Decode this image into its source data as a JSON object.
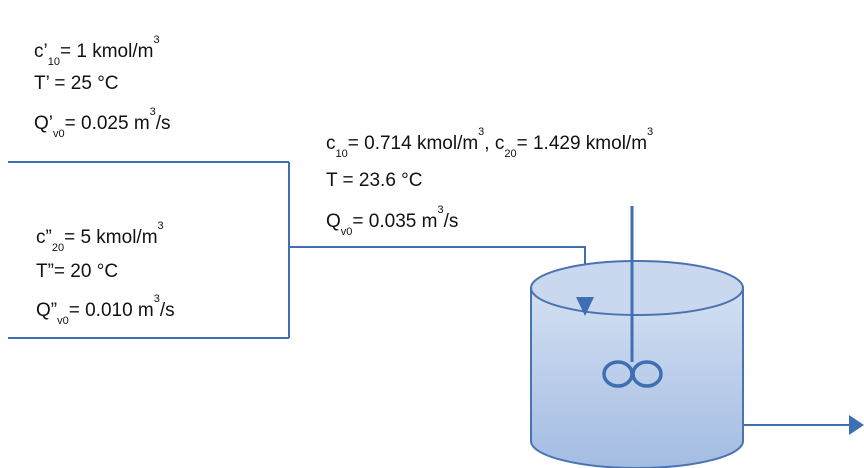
{
  "stream1": {
    "conc": {
      "sym": "c’",
      "sub": "10",
      "val": "= 1 kmol/m",
      "sup": "3"
    },
    "temp": "T’ = 25 °C",
    "flow": {
      "sym": "Q’",
      "sub": "v0",
      "val": "= 0.025 m",
      "sup": "3",
      "tail": "/s"
    }
  },
  "stream2": {
    "conc": {
      "sym": "c”",
      "sub": "20",
      "val": "= 5 kmol/m",
      "sup": "3"
    },
    "temp": "T”= 20 °C",
    "flow": {
      "sym": "Q”",
      "sub": "v0",
      "val": "= 0.010 m",
      "sup": "3",
      "tail": "/s"
    }
  },
  "mixed": {
    "conc1": {
      "sym": "c",
      "sub": "10",
      "val": "= 0.714 kmol/m",
      "sup": "3",
      "tail": ","
    },
    "conc2": {
      "sym": " c",
      "sub": "20",
      "val": "= 1.429 kmol/m",
      "sup": "3"
    },
    "temp": "T = 23.6 °C",
    "flow": {
      "sym": "Q",
      "sub": "v0",
      "val": "= 0.035 m",
      "sup": "3",
      "tail": "/s"
    }
  },
  "colors": {
    "line": "#3F6EB3",
    "tank_fill_top": "#C9D8EE",
    "tank_fill_bottom": "#9DB7DE",
    "tank_stroke": "#4A73B0",
    "text": "#111111"
  }
}
